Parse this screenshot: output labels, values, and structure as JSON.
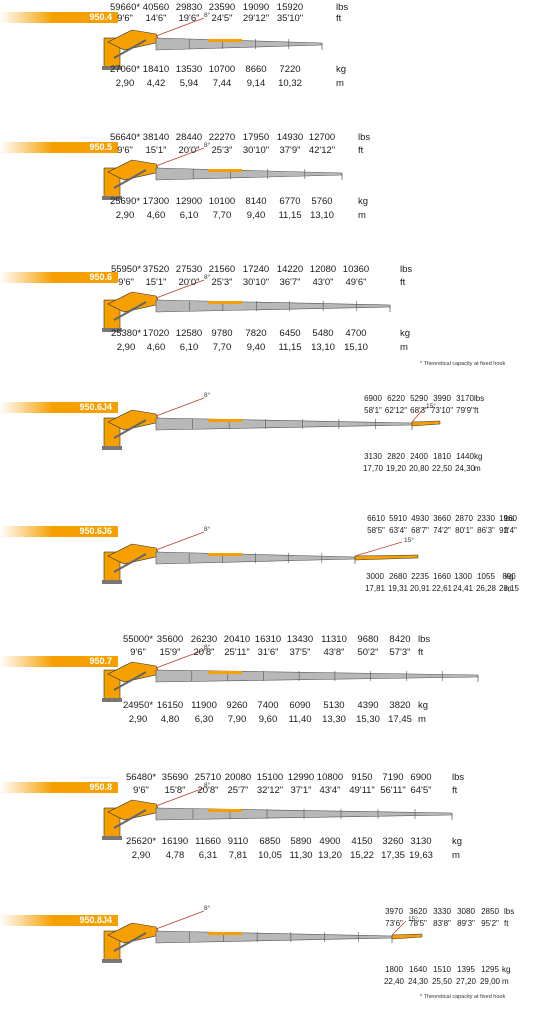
{
  "colors": {
    "accent": "#f5a000",
    "boom": "#b8b8b8",
    "line": "#c0392b"
  },
  "footnote": "Theoretical capacity at fixed hook",
  "footnote_mark": "*",
  "sections": [
    {
      "model": "950.4",
      "angle": "8°",
      "top_row_1": [
        "59660*",
        "40560",
        "29830",
        "23590",
        "19090",
        "15920",
        "lbs"
      ],
      "top_row_2": [
        "9'6\"",
        "14'6\"",
        "19'6\"",
        "24'5\"",
        "29'12\"",
        "35'10\"",
        "ft"
      ],
      "bot_row_1": [
        "27060*",
        "18410",
        "13530",
        "10700",
        "8660",
        "7220",
        "kg"
      ],
      "bot_row_2": [
        "2,90",
        "4,42",
        "5,94",
        "7,44",
        "9,14",
        "10,32",
        "m"
      ]
    },
    {
      "model": "950.5",
      "angle": "8°",
      "top_row_1": [
        "56640*",
        "38140",
        "28440",
        "22270",
        "17950",
        "14930",
        "12700",
        "lbs"
      ],
      "top_row_2": [
        "9'6\"",
        "15'1\"",
        "20'0\"",
        "25'3\"",
        "30'10\"",
        "37'9\"",
        "42'12\"",
        "ft"
      ],
      "bot_row_1": [
        "25690*",
        "17300",
        "12900",
        "10100",
        "8140",
        "6770",
        "5760",
        "kg"
      ],
      "bot_row_2": [
        "2,90",
        "4,60",
        "6,10",
        "7,70",
        "9,40",
        "11,15",
        "13,10",
        "m"
      ]
    },
    {
      "model": "950.6",
      "angle": "8°",
      "top_row_1": [
        "55950*",
        "37520",
        "27530",
        "21560",
        "17240",
        "14220",
        "12080",
        "10360",
        "lbs"
      ],
      "top_row_2": [
        "9'6\"",
        "15'1\"",
        "20'0\"",
        "25'3\"",
        "30'10\"",
        "36'7\"",
        "43'0\"",
        "49'6\"",
        "ft"
      ],
      "bot_row_1": [
        "25380*",
        "17020",
        "12580",
        "9780",
        "7820",
        "6450",
        "5480",
        "4700",
        "kg"
      ],
      "bot_row_2": [
        "2,90",
        "4,60",
        "6,10",
        "7,70",
        "9,40",
        "11,15",
        "13,10",
        "15,10",
        "m"
      ]
    },
    {
      "model": "950.6J4",
      "angle": "8°",
      "jib_angle": "15°",
      "top_row_1": [
        "6900",
        "6220",
        "5290",
        "3990",
        "3170",
        "lbs"
      ],
      "top_row_2": [
        "58'1\"",
        "62'12\"",
        "68'3\"",
        "73'10\"",
        "79'9\"",
        "ft"
      ],
      "bot_row_1": [
        "3130",
        "2820",
        "2400",
        "1810",
        "1440",
        "kg"
      ],
      "bot_row_2": [
        "17,70",
        "19,20",
        "20,80",
        "22,50",
        "24,30",
        "m"
      ]
    },
    {
      "model": "950.6J6",
      "angle": "8°",
      "jib_angle": "15°",
      "top_row_1": [
        "6610",
        "5910",
        "4930",
        "3660",
        "2870",
        "2330",
        "1960",
        "lbs"
      ],
      "top_row_2": [
        "58'5\"",
        "63'4\"",
        "68'7\"",
        "74'2\"",
        "80'1\"",
        "86'3\"",
        "92'4\"",
        "ft"
      ],
      "bot_row_1": [
        "3000",
        "2680",
        "2235",
        "1660",
        "1300",
        "1055",
        "890",
        "kg"
      ],
      "bot_row_2": [
        "17,81",
        "19,31",
        "20,91",
        "22,61",
        "24,41",
        "26,28",
        "28,15",
        "m"
      ]
    },
    {
      "model": "950.7",
      "angle": "8°",
      "top_row_1": [
        "55000*",
        "35600",
        "26230",
        "20410",
        "16310",
        "13430",
        "11310",
        "9680",
        "8420",
        "lbs"
      ],
      "top_row_2": [
        "9'6\"",
        "15'9\"",
        "20'8\"",
        "25'11\"",
        "31'6\"",
        "37'5\"",
        "43'8\"",
        "50'2\"",
        "57'3\"",
        "ft"
      ],
      "bot_row_1": [
        "24950*",
        "16150",
        "11900",
        "9260",
        "7400",
        "6090",
        "5130",
        "4390",
        "3820",
        "kg"
      ],
      "bot_row_2": [
        "2,90",
        "4,80",
        "6,30",
        "7,90",
        "9,60",
        "11,40",
        "13,30",
        "15,30",
        "17,45",
        "m"
      ]
    },
    {
      "model": "950.8",
      "angle": "8°",
      "top_row_1": [
        "56480*",
        "35690",
        "25710",
        "20080",
        "15100",
        "12990",
        "10800",
        "9150",
        "7190",
        "6900",
        "lbs"
      ],
      "top_row_2": [
        "9'6\"",
        "15'8\"",
        "20'8\"",
        "25'7\"",
        "32'12\"",
        "37'1\"",
        "43'4\"",
        "49'11\"",
        "56'11\"",
        "64'5\"",
        "ft"
      ],
      "bot_row_1": [
        "25620*",
        "16190",
        "11660",
        "9110",
        "6850",
        "5890",
        "4900",
        "4150",
        "3260",
        "3130",
        "kg"
      ],
      "bot_row_2": [
        "2,90",
        "4,78",
        "6,31",
        "7,81",
        "10,05",
        "11,30",
        "13,20",
        "15,22",
        "17,35",
        "19,63",
        "m"
      ]
    },
    {
      "model": "950.8J4",
      "angle": "8°",
      "jib_angle": "15°",
      "top_row_1": [
        "3970",
        "3620",
        "3330",
        "3080",
        "2850",
        "lbs"
      ],
      "top_row_2": [
        "73'6\"",
        "78'5\"",
        "83'8\"",
        "89'3\"",
        "95'2\"",
        "ft"
      ],
      "bot_row_1": [
        "1800",
        "1640",
        "1510",
        "1395",
        "1295",
        "kg"
      ],
      "bot_row_2": [
        "22,40",
        "24,30",
        "25,50",
        "27,20",
        "29,00",
        "m"
      ]
    }
  ]
}
